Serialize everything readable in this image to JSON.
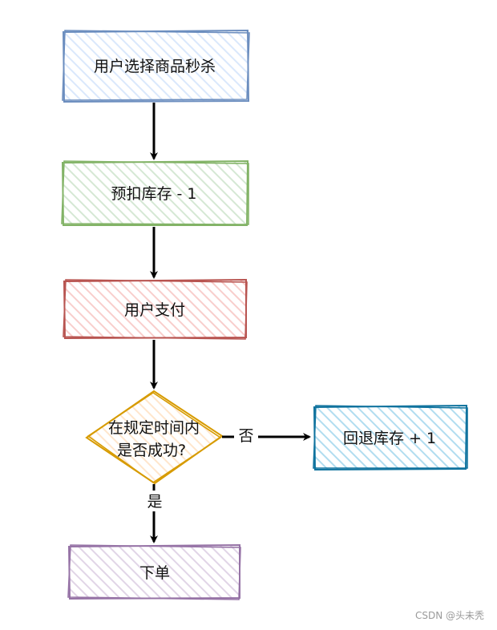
{
  "nodes": {
    "start": {
      "label": "用户选择商品秒杀",
      "stroke": "#6c8ebf",
      "fill": "#dae8fc"
    },
    "deduct": {
      "label": "预扣库存 - 1",
      "stroke": "#82b366",
      "fill": "#d5e8d4"
    },
    "pay": {
      "label": "用户支付",
      "stroke": "#b85450",
      "fill": "#f8cecc"
    },
    "decision": {
      "line1": "在规定时间内",
      "line2": "是否成功?",
      "stroke": "#d79b00",
      "fill": "#ffe6cc"
    },
    "rollback": {
      "label": "回退库存 + 1",
      "stroke": "#10739e",
      "fill": "#b1ddf0"
    },
    "order": {
      "label": "下单",
      "stroke": "#9673a6",
      "fill": "#e1d5e7"
    }
  },
  "edges": {
    "no_label": "否",
    "yes_label": "是"
  },
  "watermark": "CSDN @头未秃"
}
